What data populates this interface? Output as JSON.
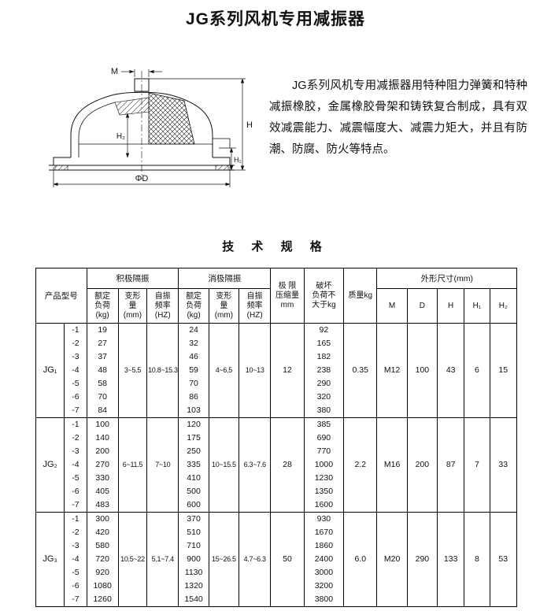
{
  "page": {
    "title": "JG系列风机专用减振器",
    "section_title": "技 术 规 格"
  },
  "description": {
    "text": "JG系列风机专用减振器用特种阻力弹簧和特种减振橡胶，金属橡胶骨架和铸铁复合制成，具有双效减震能力、减震幅度大、减震力矩大，并且有防潮、防腐、防火等特点。"
  },
  "drawing": {
    "labels": {
      "m": "M",
      "h": "H",
      "h1": "H₁",
      "h2": "H₂",
      "d": "ΦD"
    }
  },
  "table": {
    "header": {
      "product_model": "产品型号",
      "active_group": "积极隔振",
      "passive_group": "消极隔振",
      "rated_load": "额定\n负荷\n(kg)",
      "deform": "变形\n量\n(mm)",
      "freq": "自振\n频率\n(HZ)",
      "limit": "极 限\n压缩量\nmm",
      "breaking": "破坏\n负荷不\n大于kg",
      "mass": "质量kg",
      "dims": "外形尺寸(mm)",
      "dim_cols": [
        "M",
        "D",
        "H",
        "H₁",
        "H₂"
      ]
    },
    "groups": [
      {
        "model": "JG₁",
        "suffixes": [
          "-1",
          "-2",
          "-3",
          "-4",
          "-5",
          "-6",
          "-7"
        ],
        "active_loads": [
          "19",
          "27",
          "37",
          "48",
          "58",
          "70",
          "84"
        ],
        "active_deformation": "3~5.5",
        "active_frequency": "10.8~15.3",
        "passive_loads": [
          "24",
          "32",
          "46",
          "59",
          "70",
          "86",
          "103"
        ],
        "passive_deformation": "4~6.5",
        "passive_frequency": "10~13",
        "limit_compression": "12",
        "breaking_loads": [
          "92",
          "165",
          "182",
          "238",
          "290",
          "320",
          "380"
        ],
        "mass": "0.35",
        "dims": [
          "M12",
          "100",
          "43",
          "6",
          "15"
        ]
      },
      {
        "model": "JG₂",
        "suffixes": [
          "-1",
          "-2",
          "-3",
          "-4",
          "-5",
          "-6",
          "-7"
        ],
        "active_loads": [
          "100",
          "140",
          "200",
          "270",
          "330",
          "405",
          "483"
        ],
        "active_deformation": "6~11.5",
        "active_frequency": "7~10",
        "passive_loads": [
          "120",
          "175",
          "250",
          "335",
          "410",
          "500",
          "600"
        ],
        "passive_deformation": "10~15.5",
        "passive_frequency": "6.3~7.6",
        "limit_compression": "28",
        "breaking_loads": [
          "385",
          "690",
          "770",
          "1000",
          "1230",
          "1350",
          "1600"
        ],
        "mass": "2.2",
        "dims": [
          "M16",
          "200",
          "87",
          "7",
          "33"
        ]
      },
      {
        "model": "JG₃",
        "suffixes": [
          "-1",
          "-2",
          "-3",
          "-4",
          "-5",
          "-6",
          "-7"
        ],
        "active_loads": [
          "300",
          "420",
          "580",
          "720",
          "920",
          "1080",
          "1260"
        ],
        "active_deformation": "10.5~22",
        "active_frequency": "5.1~7.4",
        "passive_loads": [
          "370",
          "510",
          "710",
          "900",
          "1130",
          "1320",
          "1540"
        ],
        "passive_deformation": "15~26.5",
        "passive_frequency": "4.7~6.3",
        "limit_compression": "50",
        "breaking_loads": [
          "930",
          "1670",
          "1860",
          "2400",
          "3000",
          "3200",
          "3800"
        ],
        "mass": "6.0",
        "dims": [
          "M20",
          "290",
          "133",
          "8",
          "53"
        ]
      }
    ]
  }
}
